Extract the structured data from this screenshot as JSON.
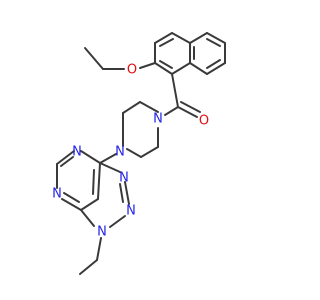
{
  "colors": {
    "bond": "#3a3a3a",
    "nitrogen": "#2424e6",
    "oxygen": "#e01010",
    "background": "#ffffff"
  },
  "atoms": {
    "o_ether": "O",
    "o_carbonyl": "O",
    "n_pip_top": "N",
    "n_pip_bottom": "N",
    "n_pyr_top": "N",
    "n_pyr_bottom": "N",
    "n_tri_right": "N",
    "n_tri_mid": "N",
    "n_tri_bottom": "N"
  }
}
